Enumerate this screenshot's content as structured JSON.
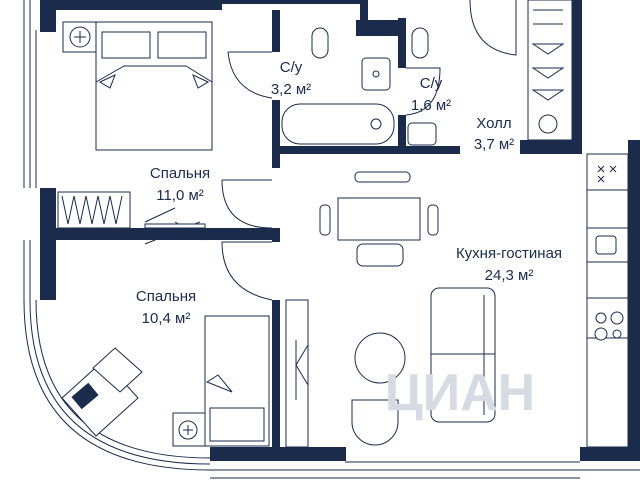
{
  "plan": {
    "wall_color": "#1a2b4c",
    "watermark": "ЦИАН",
    "rooms": [
      {
        "name": "Спальня",
        "area": "11,0 м²"
      },
      {
        "name": "С/у",
        "area": "3,2 м²"
      },
      {
        "name": "С/у",
        "area": "1,6 м²"
      },
      {
        "name": "Холл",
        "area": "3,7 м²"
      },
      {
        "name": "Спальня",
        "area": "10,4 м²"
      },
      {
        "name": "Кухня-гостиная",
        "area": "24,3 м²"
      }
    ]
  }
}
